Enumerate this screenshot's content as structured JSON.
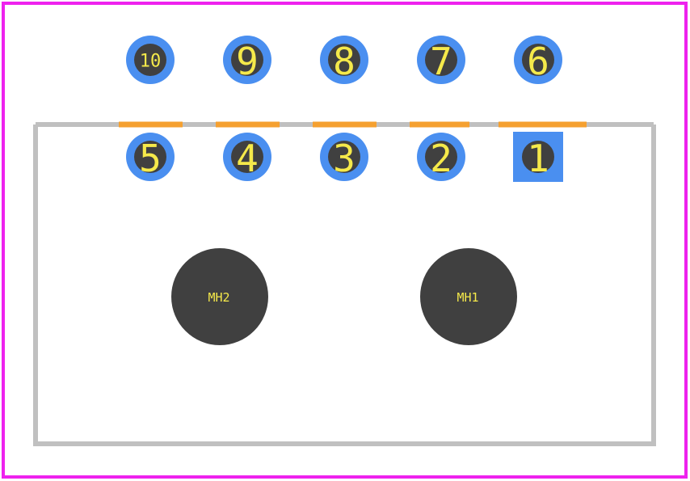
{
  "colors": {
    "courtyard": "#ee22ee",
    "silkscreen": "#c0c0c0",
    "copper": "#4a8ff0",
    "drill": "#404040",
    "label": "#f5e94a",
    "fab": "#f5a030"
  },
  "pads": [
    {
      "label": "10",
      "shape": "circle"
    },
    {
      "label": "9",
      "shape": "circle"
    },
    {
      "label": "8",
      "shape": "circle"
    },
    {
      "label": "7",
      "shape": "circle"
    },
    {
      "label": "6",
      "shape": "circle"
    },
    {
      "label": "5",
      "shape": "circle"
    },
    {
      "label": "4",
      "shape": "circle"
    },
    {
      "label": "3",
      "shape": "circle"
    },
    {
      "label": "2",
      "shape": "circle"
    },
    {
      "label": "1",
      "shape": "square"
    }
  ],
  "mounting_holes": [
    {
      "label": "MH2"
    },
    {
      "label": "MH1"
    }
  ]
}
